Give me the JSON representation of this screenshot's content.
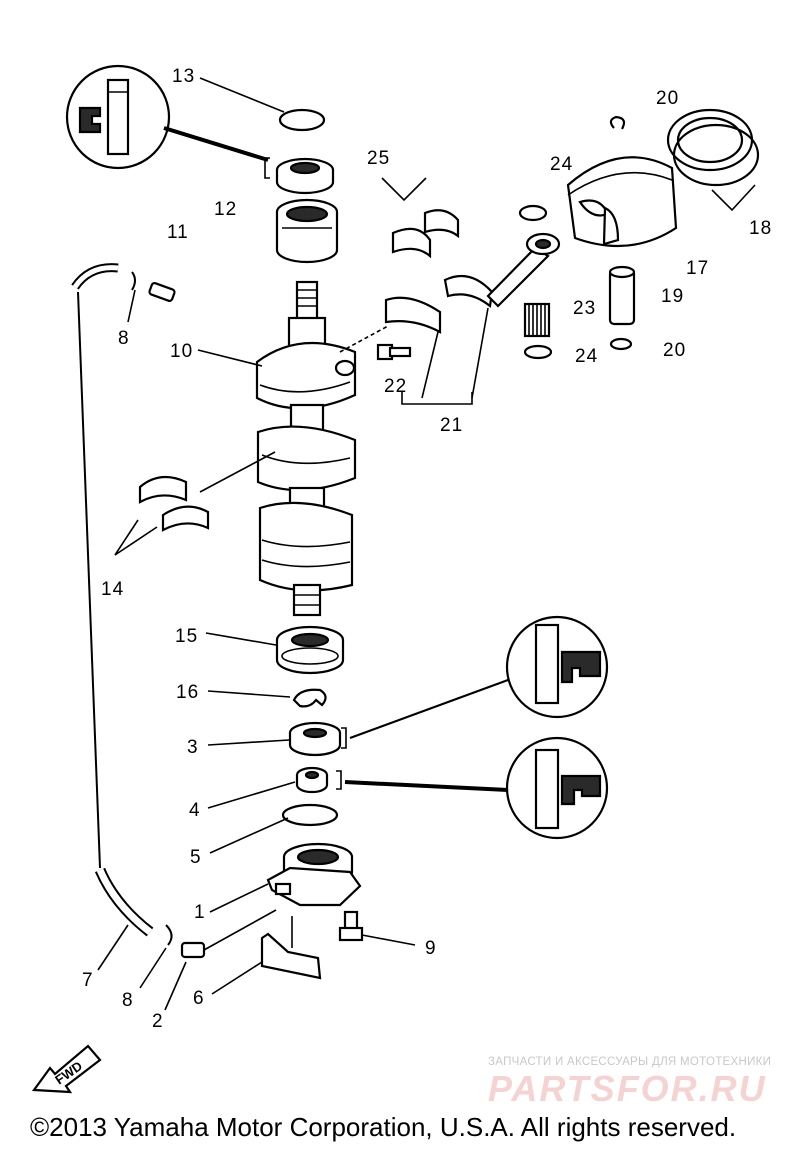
{
  "callouts": [
    {
      "id": "c13",
      "number": "13"
    },
    {
      "id": "c12",
      "number": "12"
    },
    {
      "id": "c11",
      "number": "11"
    },
    {
      "id": "c8a",
      "number": "8"
    },
    {
      "id": "c10",
      "number": "10"
    },
    {
      "id": "c25",
      "number": "25"
    },
    {
      "id": "c24a",
      "number": "24"
    },
    {
      "id": "c20a",
      "number": "20"
    },
    {
      "id": "c18",
      "number": "18"
    },
    {
      "id": "c17",
      "number": "17"
    },
    {
      "id": "c19",
      "number": "19"
    },
    {
      "id": "c23",
      "number": "23"
    },
    {
      "id": "c24b",
      "number": "24"
    },
    {
      "id": "c20b",
      "number": "20"
    },
    {
      "id": "c22",
      "number": "22"
    },
    {
      "id": "c21",
      "number": "21"
    },
    {
      "id": "c14",
      "number": "14"
    },
    {
      "id": "c15",
      "number": "15"
    },
    {
      "id": "c16",
      "number": "16"
    },
    {
      "id": "c3",
      "number": "3"
    },
    {
      "id": "c4",
      "number": "4"
    },
    {
      "id": "c5",
      "number": "5"
    },
    {
      "id": "c1",
      "number": "1"
    },
    {
      "id": "c9",
      "number": "9"
    },
    {
      "id": "c7",
      "number": "7"
    },
    {
      "id": "c8b",
      "number": "8"
    },
    {
      "id": "c6",
      "number": "6"
    },
    {
      "id": "c2",
      "number": "2"
    }
  ],
  "direction_marker": "FWD",
  "copyright": "©2013 Yamaha Motor Corporation, U.S.A. All rights reserved.",
  "watermark": {
    "caption": "ЗАПЧАСТИ И АКСЕССУАРЫ ДЛЯ МОТОТЕХНИКИ",
    "logo": "PARTSFOR.RU"
  }
}
